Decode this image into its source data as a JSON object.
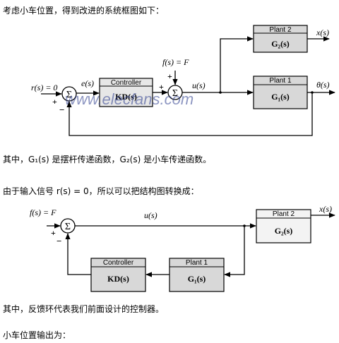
{
  "text": {
    "intro": "考虑小车位置，得到改进的系统框图如下：",
    "where_gp": "其中，G₁(s) 是摆杆传递函数，G₂(s) 是小车传递函数。",
    "since_input": "由于输入信号 r(s) = 0，所以可以把结构图转换成：",
    "where_feedback": "其中，反馈环代表我们前面设计的控制器。",
    "cart_output": "小车位置输出为："
  },
  "diagram1": {
    "r_label": "r(s) = 0",
    "e_label": "e(s)",
    "controller_title": "Controller",
    "controller_tf": "KD(s)",
    "f_label": "f(s) = F",
    "u_label": "u(s)",
    "plant2_title": "Plant 2",
    "plant2_tf": "G₂(s)",
    "plant1_title": "Plant 1",
    "plant1_tf": "G₁(s)",
    "x_label": "x(s)",
    "theta_label": "θ(s)",
    "plus": "+",
    "minus": "−",
    "sigma": "Σ"
  },
  "diagram2": {
    "f_label": "f(s) = F",
    "u_label": "u(s)",
    "plant2_title": "Plant 2",
    "plant2_tf": "G₂(s)",
    "x_label": "x(s)",
    "controller_title": "Controller",
    "controller_tf": "KD(s)",
    "plant1_title": "Plant 1",
    "plant1_tf": "G₁(s)",
    "plus": "+",
    "minus": "−",
    "sigma": "Σ"
  },
  "watermark": "www.elecfans.com"
}
